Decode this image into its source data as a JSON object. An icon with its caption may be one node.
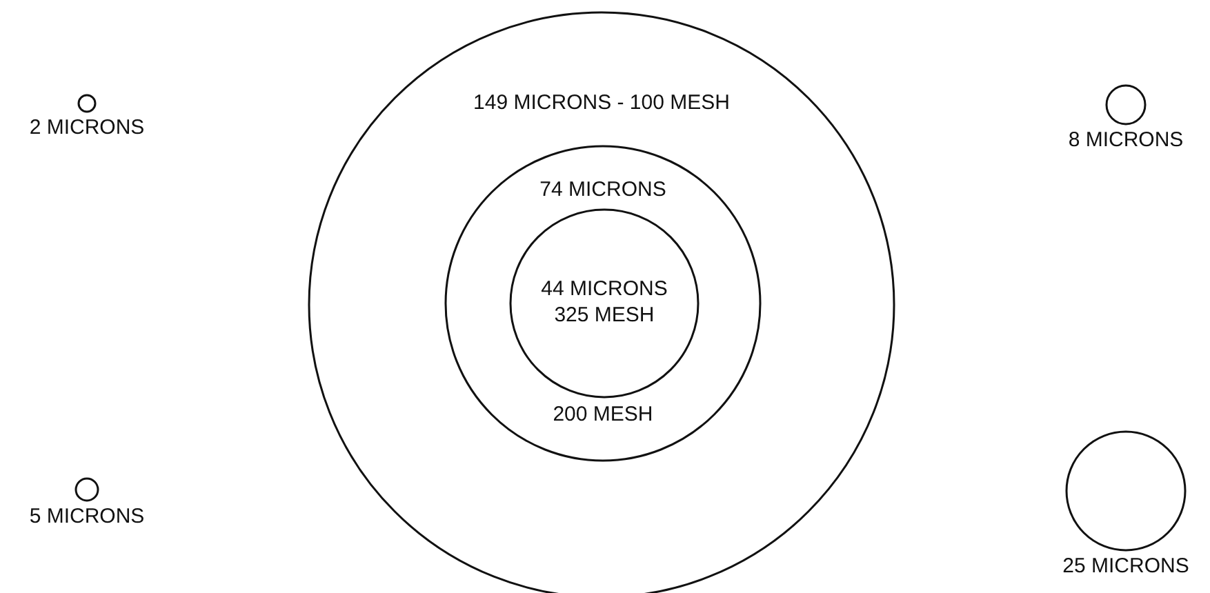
{
  "diagram": {
    "nodes": [
      {
        "text": [
          "2 MICRONS"
        ]
      },
      {
        "text": [
          "149 MICRONS - 100 MESH"
        ]
      },
      {
        "text": [
          "74 MICRONS",
          "200 MESH"
        ],
        "in": 1
      },
      {
        "text": [
          "44 MICRONS",
          "325 MESH"
        ],
        "in": 2
      },
      {
        "text": [
          "8 MICRONS"
        ]
      },
      {
        "text": [
          "5 MICRONS"
        ]
      },
      {
        "text": [
          "25 MICRONS"
        ]
      }
    ]
  }
}
